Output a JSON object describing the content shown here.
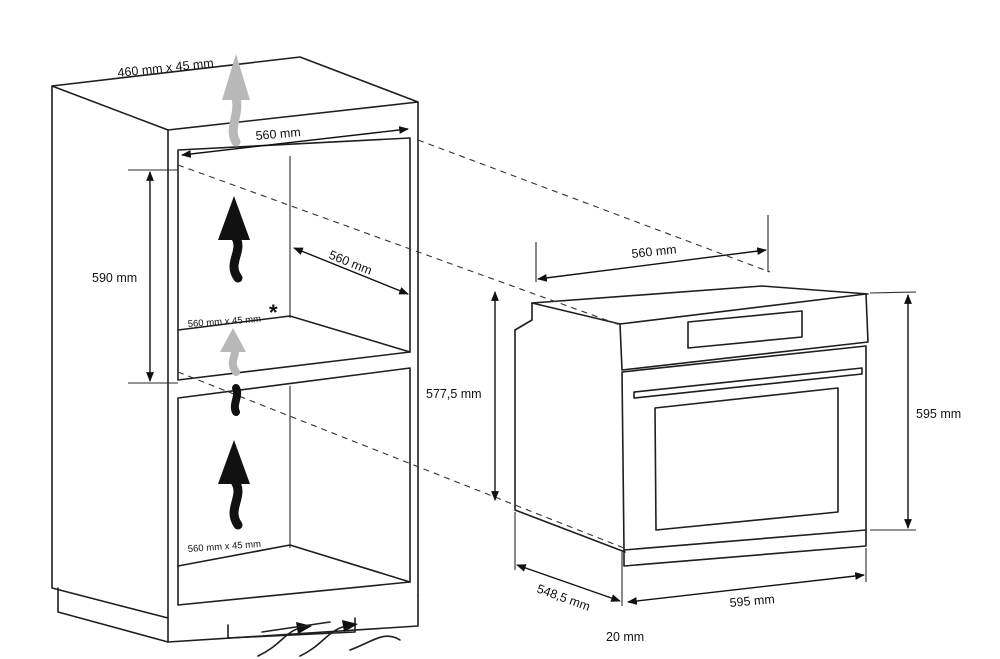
{
  "labels": {
    "top_vent": "460 mm x 45 mm",
    "cabinet_width": "560 mm",
    "niche_height": "590 mm",
    "niche_depth": "560 mm",
    "shelf_vent": "560 mm x 45 mm",
    "shelf_vent_star": "*",
    "lower_vent": "560 mm x 45 mm",
    "oven_top_width": "560 mm",
    "oven_body_height": "577,5 mm",
    "oven_front_height": "595 mm",
    "oven_depth": "548,5 mm",
    "oven_front_width": "595 mm",
    "oven_door_offset": "20 mm"
  },
  "colors": {
    "line": "#1e1e1e",
    "airflow_dark": "#111111",
    "airflow_light": "#b8b8b8"
  }
}
